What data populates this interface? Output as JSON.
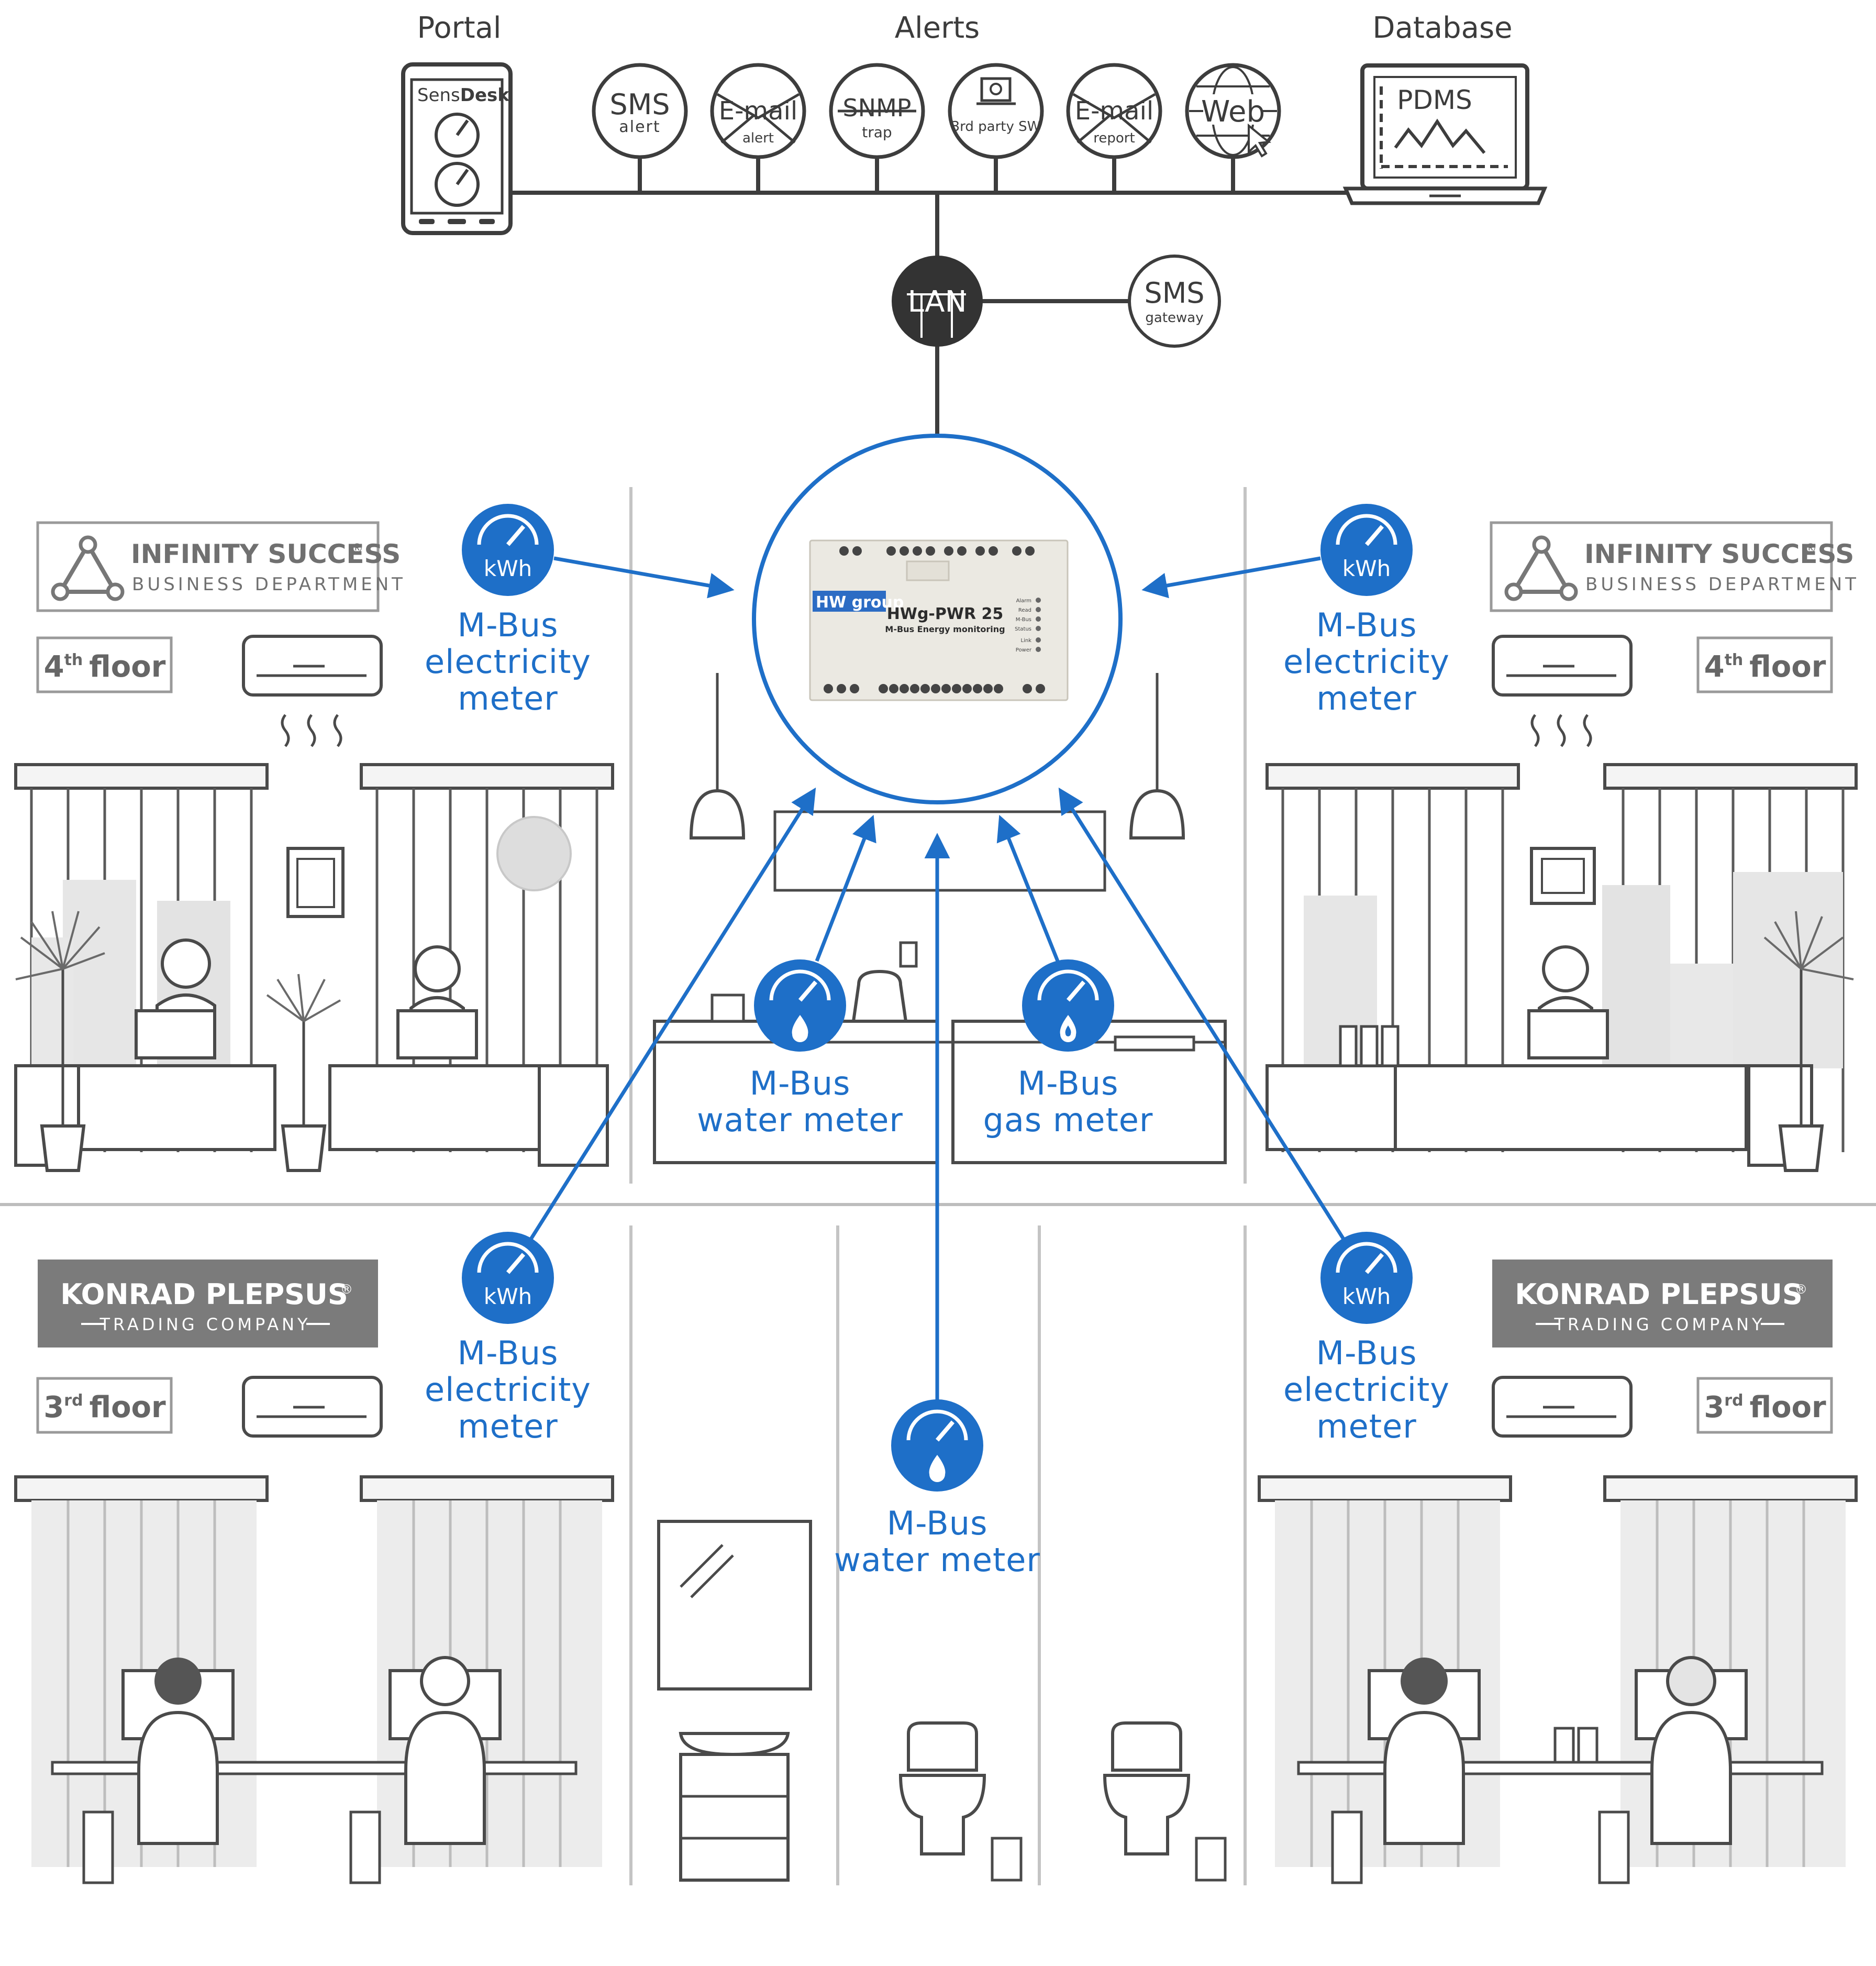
{
  "header": {
    "portal": "Portal",
    "alerts": "Alerts",
    "database": "Database"
  },
  "portal_device": {
    "brand_a": "Sens",
    "brand_b": "Desk"
  },
  "alert_icons": [
    {
      "main": "SMS",
      "sub": "alert"
    },
    {
      "main": "E-mail",
      "sub": "alert"
    },
    {
      "main": "SNMP",
      "sub": "trap"
    },
    {
      "main": "",
      "sub": "3rd party SW"
    },
    {
      "main": "E-mail",
      "sub": "report"
    },
    {
      "main": "Web",
      "sub": ""
    }
  ],
  "database_device": {
    "label": "PDMS"
  },
  "network": {
    "lan": "LAN",
    "sms_gateway_main": "SMS",
    "sms_gateway_sub": "gateway"
  },
  "hub_device": {
    "brand": "HW group",
    "model": "HWg-PWR 25",
    "subtitle": "M-Bus Energy monitoring",
    "leds": [
      "Alarm",
      "Read",
      "M-Bus",
      "Status",
      "Link",
      "Power"
    ]
  },
  "companies": {
    "top": {
      "name": "INFINITY SUCCESS",
      "mark": "®",
      "dept": "BUSINESS DEPARTMENT"
    },
    "bottom": {
      "name": "KONRAD PLEPSUS",
      "mark": "®",
      "dept": "TRADING COMPANY"
    }
  },
  "floors": {
    "fourth": {
      "num": "4",
      "sup": "th",
      "word": "floor"
    },
    "third": {
      "num": "3",
      "sup": "rd",
      "word": "floor"
    }
  },
  "meters": {
    "kwh_badge": "kWh",
    "electricity": [
      "M-Bus",
      "electricity",
      "meter"
    ],
    "water": [
      "M-Bus",
      "water meter"
    ],
    "gas": [
      "M-Bus",
      "gas meter"
    ]
  },
  "colors": {
    "accent_blue": "#1e6fc8",
    "line_gray": "#4a4a4a",
    "lan_dark": "#333333"
  }
}
